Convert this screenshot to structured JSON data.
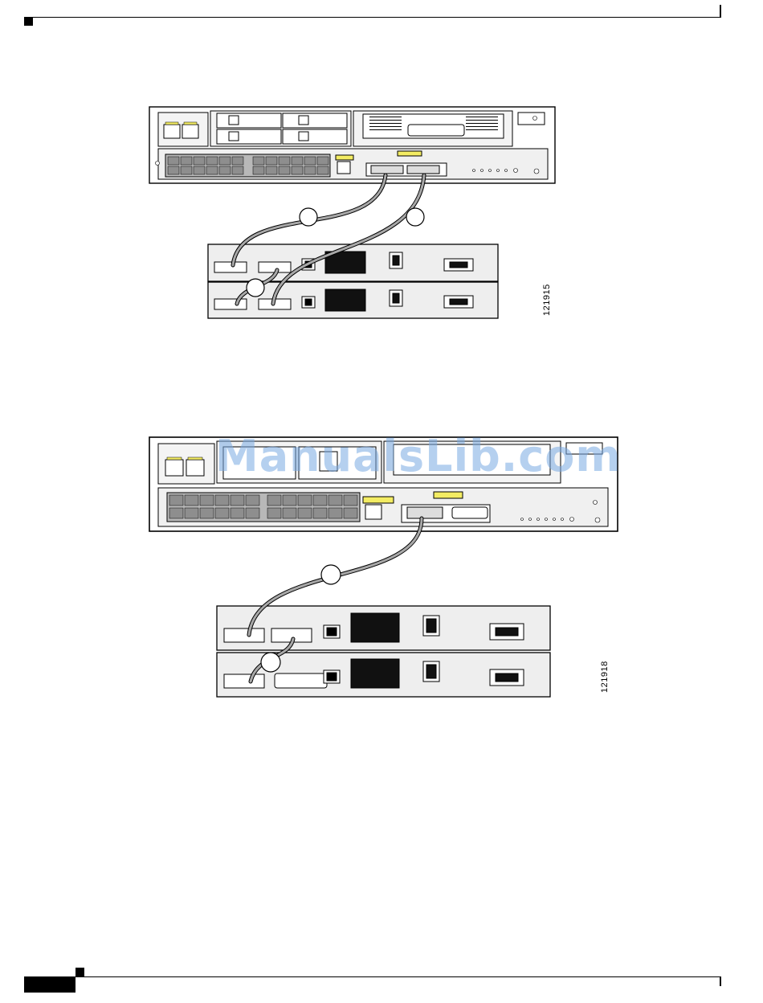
{
  "figures": [
    {
      "figure_id": "121915"
    },
    {
      "figure_id": "121918"
    }
  ],
  "watermark": {
    "text": "ManualsLib.com"
  },
  "colors": {
    "callout_fill": "#ffffff",
    "label_yellow": "#f3ec63",
    "cable": "#a8a8a8",
    "panel": "#eeeeee",
    "outline": "#000000"
  }
}
